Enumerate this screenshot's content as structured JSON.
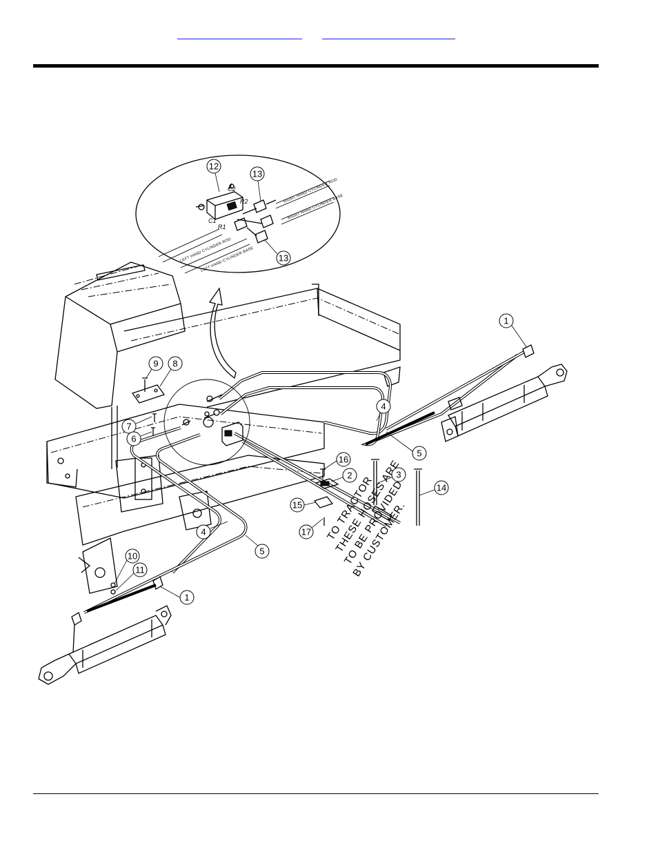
{
  "nav": {
    "link_1": "",
    "link_2": ""
  },
  "diagram": {
    "detail_labels": {
      "rh_rod": "RIGHT HAND CYLINDER ROD",
      "rh_base": "RIGHT HAND CYLINDER BASE",
      "lh_rod": "LEFT HAND CYLINDER ROD",
      "lh_base": "LEFT HAND CYLINDER BASE"
    },
    "ports": {
      "c1": "C1",
      "c2": "C2",
      "r1": "R1",
      "r2": "R2"
    },
    "note_lines": [
      "TO TRACTOR",
      "THESE HOSES ARE",
      "TO BE PROVIDED",
      "BY CUSTOMER."
    ],
    "callouts": {
      "c1a": "1",
      "c1b": "1",
      "c2": "2",
      "c3": "3",
      "c4a": "4",
      "c4b": "4",
      "c5a": "5",
      "c5b": "5",
      "c6": "6",
      "c7": "7",
      "c8": "8",
      "c9": "9",
      "c10": "10",
      "c11": "11",
      "c12": "12",
      "c13a": "13",
      "c13b": "13",
      "c14": "14",
      "c15": "15",
      "c16": "16",
      "c17": "17"
    },
    "colors": {
      "link": "#1a1aff",
      "ink": "#000000"
    }
  }
}
